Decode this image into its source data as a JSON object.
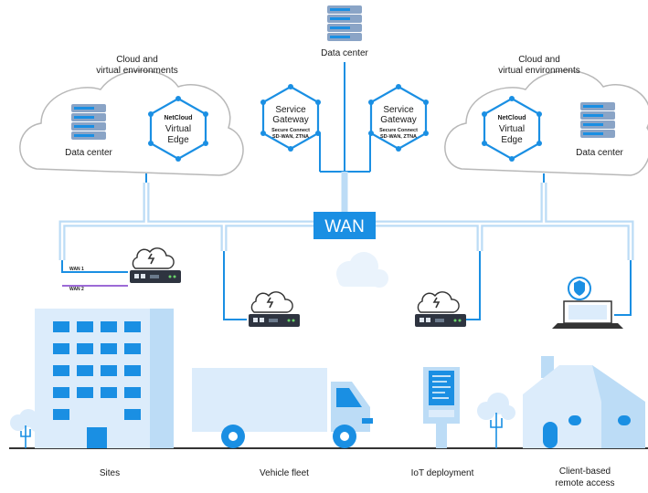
{
  "colors": {
    "brand_blue": "#1a8fe3",
    "light_blue": "#bcdcf6",
    "pale_blue": "#dcecfb",
    "cloud_outline": "#b8b8b8",
    "wan2_purple": "#9c6ad6",
    "ground": "#333333"
  },
  "icons": [
    "server-stack-icon",
    "hexagon-node-icon",
    "cloud-icon",
    "router-icon",
    "laptop-shield-icon",
    "building-icon",
    "truck-icon",
    "kiosk-icon",
    "house-icon",
    "tree-icon"
  ],
  "top": {
    "datacenter_label": "Data center"
  },
  "left_cloud": {
    "title_line1": "Cloud and",
    "title_line2": "virtual environments",
    "server_label": "Data center",
    "hex_line1": "NetCloud",
    "hex_line2": "Virtual",
    "hex_line3": "Edge"
  },
  "right_cloud": {
    "title_line1": "Cloud and",
    "title_line2": "virtual environments",
    "server_label": "Data center",
    "hex_line1": "NetCloud",
    "hex_line2": "Virtual",
    "hex_line3": "Edge"
  },
  "gateways": [
    {
      "line1": "Service",
      "line2": "Gateway",
      "line3": "Secure Connect",
      "line4": "SD-WAN, ZTNA"
    },
    {
      "line1": "Service",
      "line2": "Gateway",
      "line3": "Secure Connect",
      "line4": "SD-WAN, ZTNA"
    }
  ],
  "wan": {
    "label": "WAN",
    "wan1_label": "WAN 1",
    "wan2_label": "WAN 2"
  },
  "bottom_labels": {
    "sites": "Sites",
    "vehicle": "Vehicle fleet",
    "iot": "IoT deployment",
    "client_line1": "Client-based",
    "client_line2": "remote access"
  }
}
